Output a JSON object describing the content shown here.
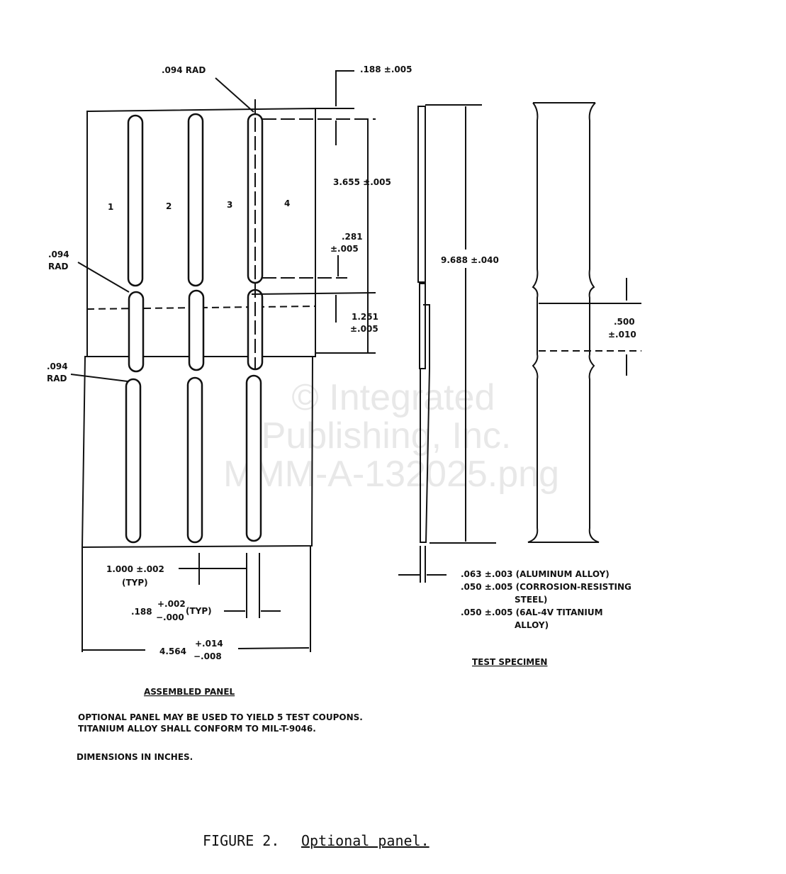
{
  "watermark": [
    "© Integrated",
    "Publishing, Inc.",
    "MMM-A-132025.png"
  ],
  "assembled_panel": {
    "title": "ASSEMBLED PANEL",
    "columns": [
      "1",
      "2",
      "3",
      "4"
    ],
    "rad_top": ".094 RAD",
    "rad_mid": [
      ".094",
      "RAD"
    ],
    "rad_low": [
      ".094",
      "RAD"
    ],
    "dim_top_offset": ".188 ±.005",
    "dim_slot_length": "3.655 ±.005",
    "dim_281": [
      ".281",
      "±.005"
    ],
    "dim_1251": [
      "1.251",
      "±.005"
    ],
    "dim_pitch": [
      "1.000 ±.002",
      "(TYP)"
    ],
    "dim_slot_width": {
      "base": ".188",
      "plus": "+.002",
      "minus": "−.000",
      "suffix": "(TYP)"
    },
    "dim_width": {
      "base": "4.564",
      "plus": "+.014",
      "minus": "−.008"
    }
  },
  "test_specimen": {
    "title": "TEST SPECIMEN",
    "dim_length": "9.688 ±.040",
    "dim_gauge": [
      ".500",
      "±.010"
    ],
    "thickness": [
      ".063 ±.003 (ALUMINUM ALLOY)",
      ".050 ±.005 (CORROSION-RESISTING",
      "STEEL)",
      ".050 ±.005 (6AL-4V TITANIUM",
      "ALLOY)"
    ]
  },
  "notes": [
    "OPTIONAL PANEL MAY BE USED TO YIELD 5 TEST COUPONS.",
    "TITANIUM ALLOY SHALL CONFORM TO MIL-T-9046.",
    "DIMENSIONS IN INCHES."
  ],
  "caption": {
    "label": "FIGURE 2.",
    "title": "Optional panel."
  }
}
